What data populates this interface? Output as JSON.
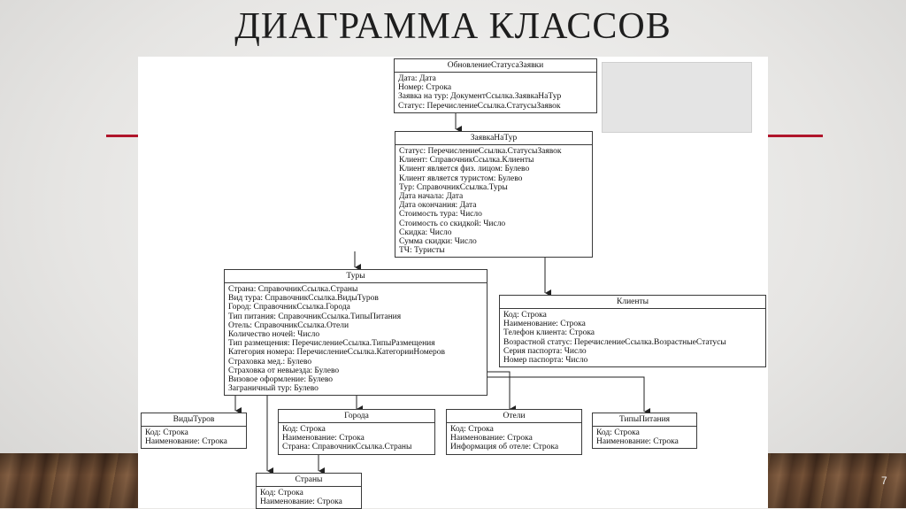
{
  "slide": {
    "title": "ДИАГРАММА КЛАССОВ",
    "page_number": "7"
  },
  "classes": {
    "obnovlenie": {
      "name": "ОбновлениеСтатусаЗаявки",
      "attrs": [
        "Дата: Дата",
        "Номер: Строка",
        "Заявка на тур: ДокументСсылка.ЗаявкаНаТур",
        "Статус: ПеречислениеСсылка.СтатусыЗаявок"
      ]
    },
    "zayavka": {
      "name": "ЗаявкаНаТур",
      "attrs": [
        "Статус: ПеречислениеСсылка.СтатусыЗаявок",
        "Клиент: СправочникСсылка.Клиенты",
        "Клиент является физ. лицом: Булево",
        "Клиент является туристом: Булево",
        "Тур: СправочникСсылка.Туры",
        "Дата начала: Дата",
        "Дата окончания: Дата",
        "Стоимость тура: Число",
        "Стоимость со скидкой: Число",
        "Скидка: Число",
        "Сумма скидки: Число",
        "ТЧ: Туристы"
      ]
    },
    "tury": {
      "name": "Туры",
      "attrs": [
        "Страна: СправочникСсылка.Страны",
        "Вид тура: СправочникСсылка.ВидыТуров",
        "Город: СправочникСсылка.Города",
        "Тип питания: СправочникСсылка.ТипыПитания",
        "Отель: СправочникСсылка.Отели",
        "Количество ночей: Число",
        "Тип размещения: ПеречислениеСсылка.ТипыРазмещения",
        "Категория номера: ПеречислениеСсылка.КатегорииНомеров",
        "Страховка мед.: Булево",
        "Страховка от невыезда: Булево",
        "Визовое оформление: Булево",
        "Заграничный тур: Булево"
      ]
    },
    "klienty": {
      "name": "Клиенты",
      "attrs": [
        "Код: Строка",
        "Наименование: Строка",
        "Телефон клиента: Строка",
        "Возрастной статус: ПеречислениеСсылка.ВозрастныеСтатусы",
        "Серия паспорта: Число",
        "Номер паспорта: Число"
      ]
    },
    "vidytur": {
      "name": "ВидыТуров",
      "attrs": [
        "Код: Строка",
        "Наименование: Строка"
      ]
    },
    "goroda": {
      "name": "Города",
      "attrs": [
        "Код: Строка",
        "Наименование: Строка",
        "Страна: СправочникСсылка.Страны"
      ]
    },
    "oteli": {
      "name": "Отели",
      "attrs": [
        "Код: Строка",
        "Наименование: Строка",
        "Информация об отеле: Строка"
      ]
    },
    "tipypit": {
      "name": "ТипыПитания",
      "attrs": [
        "Код: Строка",
        "Наименование: Строка"
      ]
    },
    "strany": {
      "name": "Страны",
      "attrs": [
        "Код: Строка",
        "Наименование: Строка"
      ]
    }
  }
}
